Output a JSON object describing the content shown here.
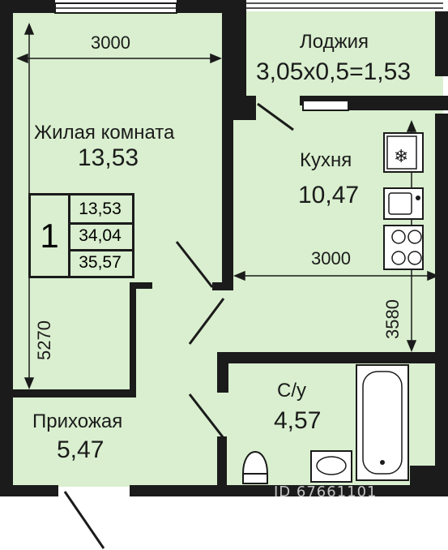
{
  "rooms": {
    "living": {
      "name": "Жилая комната",
      "area": "13,53"
    },
    "loggia": {
      "name": "Лоджия",
      "area": "3,05x0,5=1,53"
    },
    "kitchen": {
      "name": "Кухня",
      "area": "10,47"
    },
    "bathroom": {
      "name": "С/у",
      "area": "4,57"
    },
    "hallway": {
      "name": "Прихожая",
      "area": "5,47"
    }
  },
  "summary": {
    "rooms_count": "1",
    "living_area": "13,53",
    "total_area": "34,04",
    "total_with_loggia": "35,57"
  },
  "dimensions": {
    "living_width": "3000",
    "living_length": "5270",
    "kitchen_width": "3000",
    "kitchen_length": "3580"
  },
  "watermark": "ID 67661101",
  "colors": {
    "floor": "#d9efcf",
    "wall": "#1b1b1b"
  }
}
